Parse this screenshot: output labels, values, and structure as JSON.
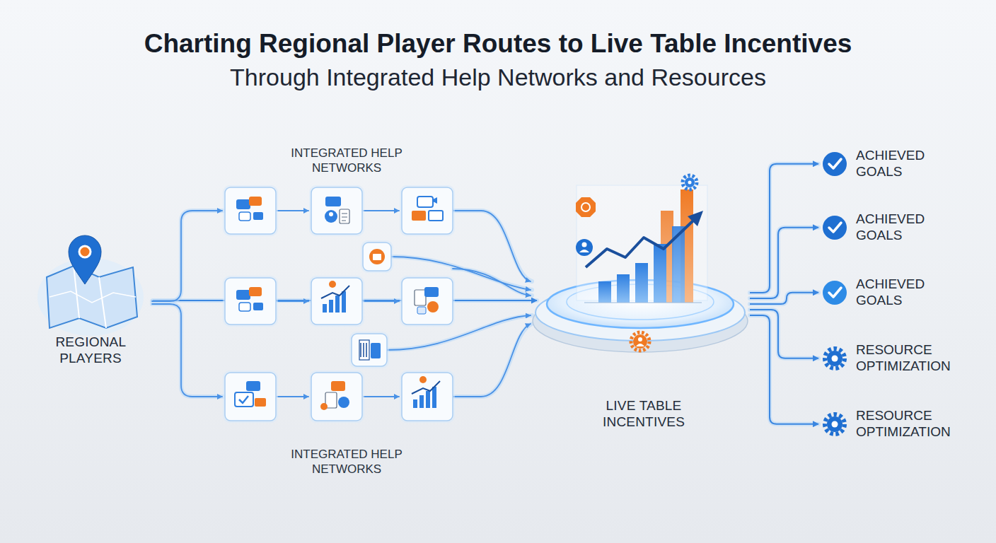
{
  "diagram": {
    "title": "Charting Regional Player Routes to Live Table Incentives",
    "nodes": [
      {
        "text": [
          "REGIONAL PLAYERS"
        ]
      },
      {
        "text": [
          "LIVE TABLE INCENTIVES"
        ]
      },
      {
        "text": [
          "ACHIEVED GOALS"
        ]
      },
      {
        "text": [
          "ACHIEVED GOALS"
        ]
      },
      {
        "text": [
          "ACHIEVED GOALS"
        ]
      },
      {
        "text": [
          "RESOURCE OPTIMIZATION"
        ]
      },
      {
        "text": [
          "RESOURCE OPTIMIZATION"
        ]
      }
    ],
    "edges": [
      {
        "from": 0,
        "to": 1,
        "arrow": "to"
      },
      {
        "from": 1,
        "to": 2,
        "arrow": "to"
      },
      {
        "from": 1,
        "to": 3,
        "arrow": "to"
      },
      {
        "from": 1,
        "to": 4,
        "arrow": "to"
      },
      {
        "from": 1,
        "to": 5,
        "arrow": "to"
      },
      {
        "from": 1,
        "to": 6,
        "arrow": "to"
      }
    ],
    "labels": [
      "Through Integrated Help Networks and Resources",
      "INTEGRATED HELP NETWORKS",
      "INTEGRATED HELP NETWORKS"
    ]
  }
}
